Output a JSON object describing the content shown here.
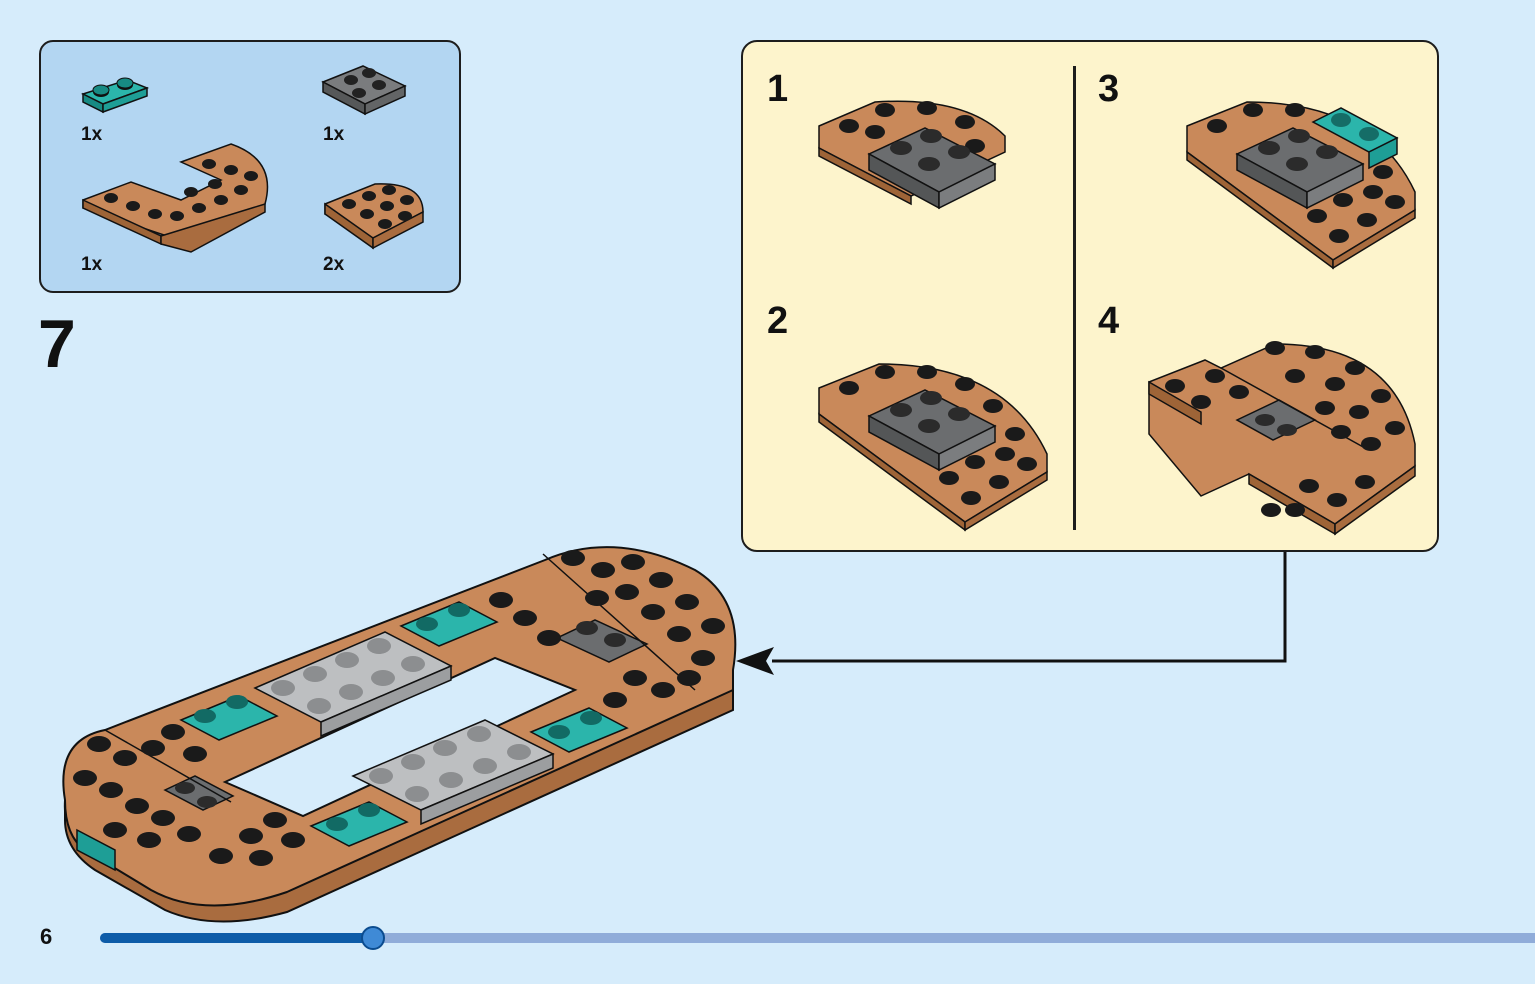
{
  "parts_list": {
    "items": [
      {
        "part": "teal plate 1x2",
        "quantity": "1x"
      },
      {
        "part": "dark grey plate 2x2",
        "quantity": "1x"
      },
      {
        "part": "brown curved plate",
        "quantity": "1x"
      },
      {
        "part": "brown round corner plate",
        "quantity": "2x"
      }
    ]
  },
  "step": {
    "number": "7"
  },
  "sub_assembly": {
    "steps": [
      {
        "number": "1"
      },
      {
        "number": "2"
      },
      {
        "number": "3"
      },
      {
        "number": "4"
      }
    ]
  },
  "footer": {
    "page_number": "6",
    "progress_percent": 19
  },
  "colors": {
    "background": "#d6ecfb",
    "parts_box": "#b3d6f2",
    "sub_box": "#fdf4cc",
    "brown": "#b97a4c",
    "teal": "#1e9e96",
    "dark_grey": "#6b6d6f",
    "light_grey": "#b5b7b9",
    "progress_fill": "#0e5ca8",
    "progress_track": "#90acd9"
  },
  "icons": [
    "callout-arrow-icon",
    "progress-knob-icon"
  ]
}
